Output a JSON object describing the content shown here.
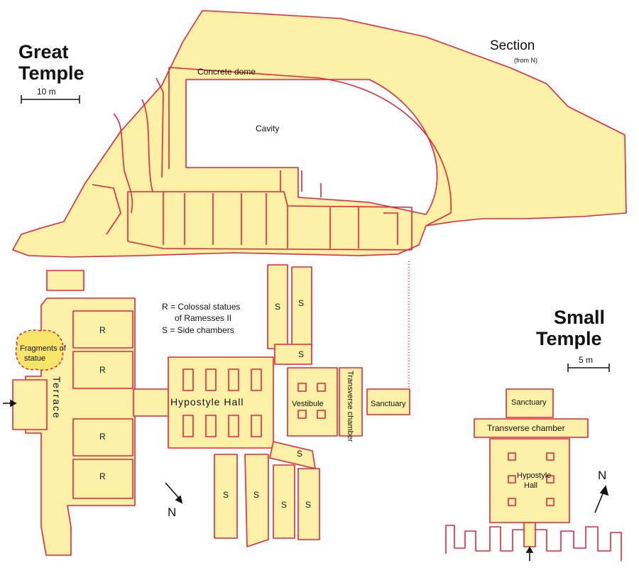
{
  "great_temple": {
    "title_line1": "Great",
    "title_line2": "Temple",
    "scale_label": "10 m",
    "labels": {
      "concrete_dome": "Concrete dome",
      "cavity": "Cavity",
      "terrace": "Terrace",
      "fragments": "Fragments of statue",
      "fragments_line1": "Fragments of",
      "fragments_line2": "statue",
      "hypostyle_hall": "Hypostyle Hall",
      "vestibule": "Vestibule",
      "transverse_chamber": "Transverse chamber",
      "sanctuary": "Sanctuary",
      "colossus": "R",
      "side_chamber": "S"
    },
    "legend": {
      "r_line1": "R = Colossal statues",
      "r_line2": "of Ramesses II",
      "s_line": "S = Side chambers"
    },
    "north": "N"
  },
  "section": {
    "title": "Section",
    "subtitle": "(from N)"
  },
  "small_temple": {
    "title_line1": "Small",
    "title_line2": "Temple",
    "scale_label": "5 m",
    "labels": {
      "sanctuary": "Sanctuary",
      "transverse_chamber": "Transverse chamber",
      "hypostyle_line1": "Hypostyle",
      "hypostyle_line2": "Hall"
    },
    "north": "N"
  },
  "colors": {
    "fill": "#fdf1a8",
    "outline": "#e8263a",
    "text": "#111111"
  }
}
